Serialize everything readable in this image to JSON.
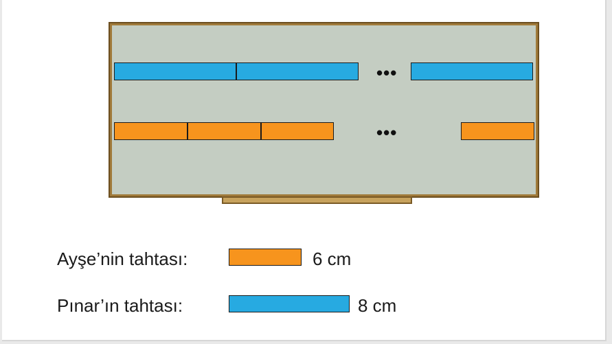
{
  "colors": {
    "orange": "#f7941d",
    "blue": "#27aae1",
    "board_fill": "#c4cdc2",
    "board_frame": "#a07a3a"
  },
  "board": {
    "blue_row_ellipsis": "•••",
    "orange_row_ellipsis": "•••"
  },
  "legend": {
    "ayse_label": "Ayşe’nin tahtası:",
    "ayse_value": "6 cm",
    "pinar_label": "Pınar’ın tahtası:",
    "pinar_value": "8 cm"
  }
}
